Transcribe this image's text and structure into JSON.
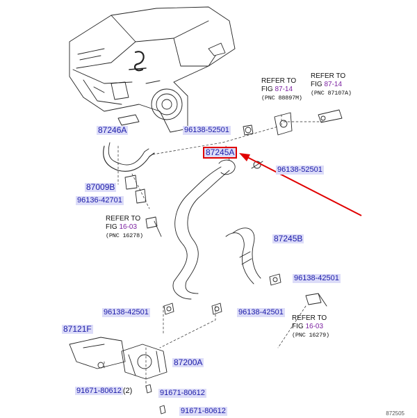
{
  "parts": {
    "p87246A": "87246A",
    "p87245A": "87245A",
    "p87245B": "87245B",
    "p87009B": "87009B",
    "p87121F": "87121F",
    "p87200A": "87200A",
    "c96138_52501_a": "96138-52501",
    "c96138_52501_b": "96138-52501",
    "c96136_42701": "96136-42701",
    "c96138_42501_a": "96138-42501",
    "c96138_42501_b": "96138-42501",
    "c96138_42501_c": "96138-42501",
    "b91671_80612_a": "91671-80612",
    "b91671_80612_a_qty": "(2)",
    "b91671_80612_b": "91671-80612",
    "b91671_80612_c": "91671-80612"
  },
  "refs": {
    "r1": {
      "line1": "REFER TO",
      "fig_prefix": "FIG ",
      "fig": "87-14",
      "pnc": "(PNC 88897M)"
    },
    "r2": {
      "line1": "REFER TO",
      "fig_prefix": "FIG ",
      "fig": "87-14",
      "pnc": "(PNC 87107A)"
    },
    "r3": {
      "line1": "REFER TO",
      "fig_prefix": "FIG ",
      "fig": "16-03",
      "pnc": "(PNC 16278)"
    },
    "r4": {
      "line1": "REFER TO",
      "fig_prefix": "FIG ",
      "fig": "16-03",
      "pnc": "(PNC 16279)"
    }
  },
  "corner_code": "872505",
  "colors": {
    "highlight": "#e00000",
    "part_text": "#1a1aa8",
    "fig_text": "#7a1fa0"
  }
}
